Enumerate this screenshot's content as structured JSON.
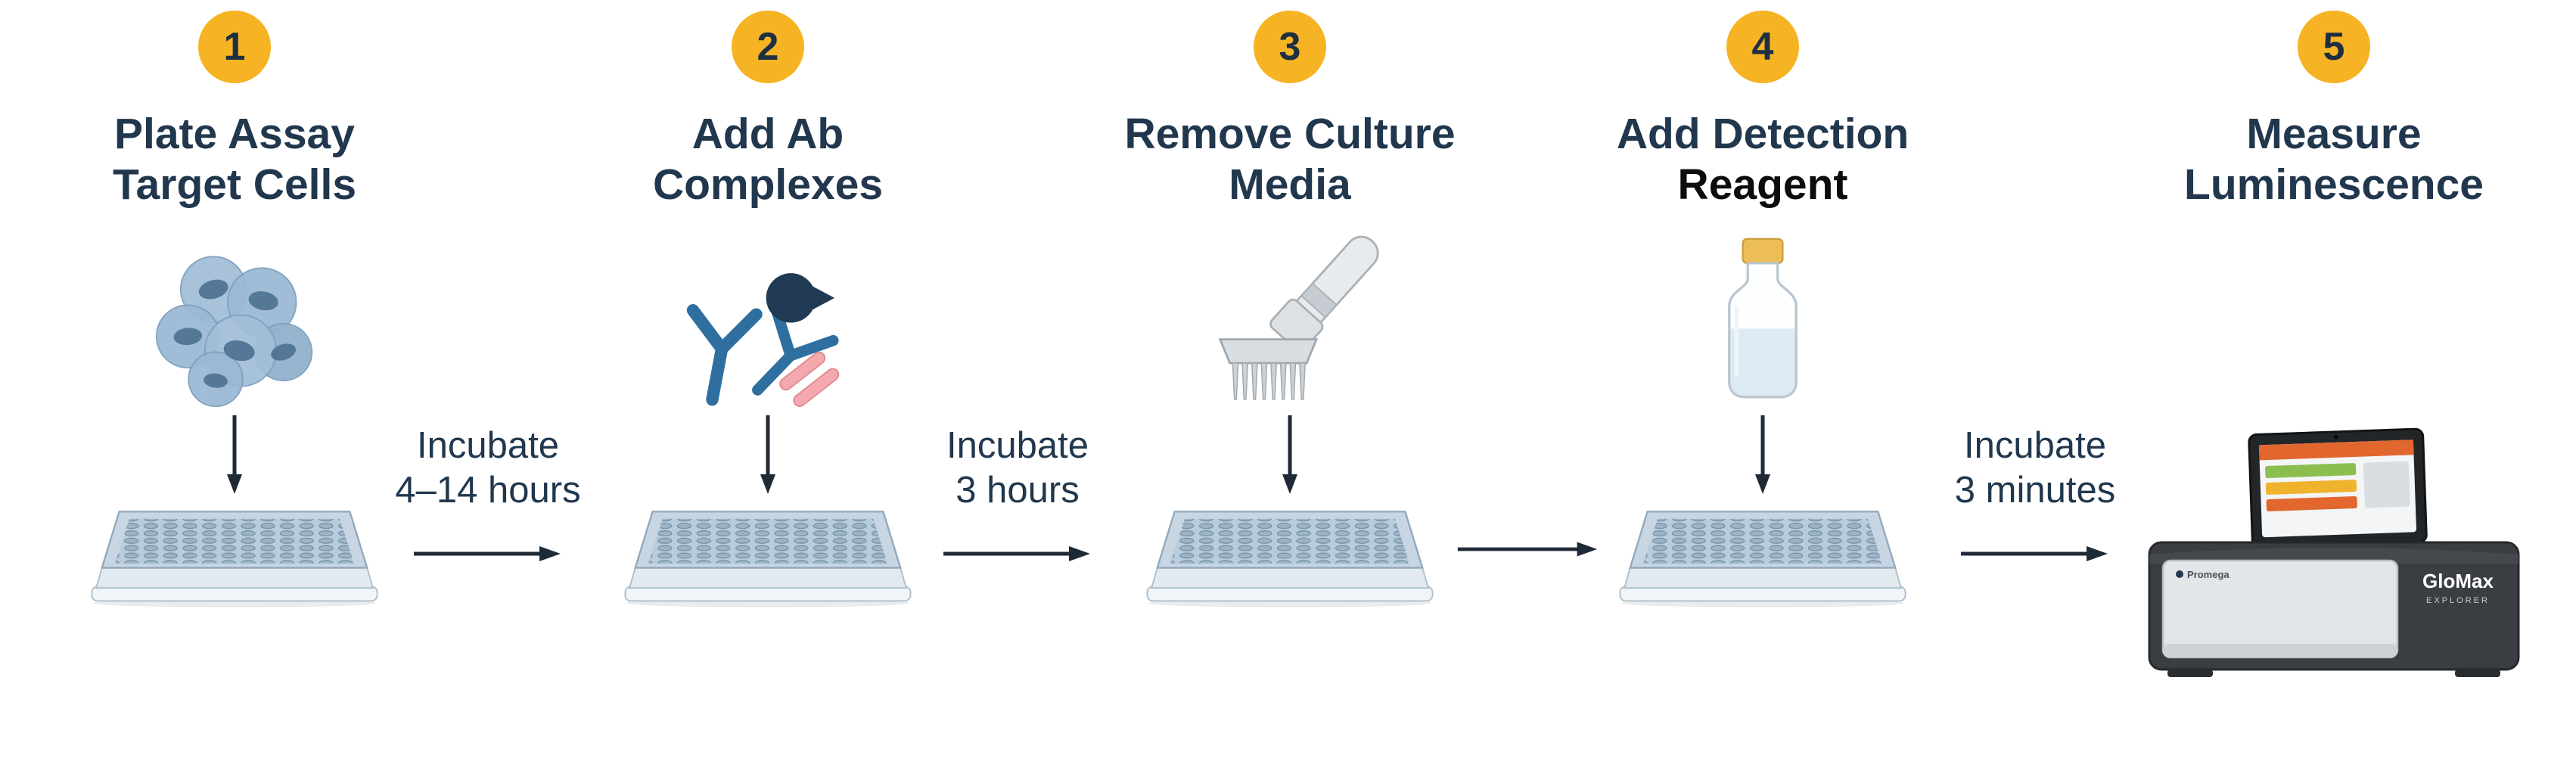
{
  "colors": {
    "accent_yellow": "#F6B323",
    "navy_text": "#21374D",
    "arrow": "#1E2A36",
    "antibody_blue": "#2F6FA0",
    "linker_pink": "#F4A9AE",
    "enzyme_navy": "#1F3A52",
    "cell_blue": "#9EBBD5",
    "plate_blue": "#C7D6E2"
  },
  "steps": [
    {
      "number": "1",
      "title_line1": "Plate Assay",
      "title_line2": "Target Cells",
      "icon": "cells-icon"
    },
    {
      "number": "2",
      "title_line1": "Add Ab",
      "title_line2": "Complexes",
      "icon": "antibody-complex-icon"
    },
    {
      "number": "3",
      "title_line1": "Remove Culture",
      "title_line2": "Media",
      "icon": "multichannel-pipette-icon"
    },
    {
      "number": "4",
      "title_line1": "Add Detection",
      "title_line2": "Reagent",
      "icon": "reagent-bottle-icon"
    },
    {
      "number": "5",
      "title_line1": "Measure",
      "title_line2": "Luminescence",
      "icon": "luminometer-icon"
    }
  ],
  "transitions": [
    {
      "line1": "Incubate",
      "line2": "4–14 hours"
    },
    {
      "line1": "Incubate",
      "line2": "3 hours"
    },
    {
      "line1": "",
      "line2": ""
    },
    {
      "line1": "Incubate",
      "line2": "3 minutes"
    }
  ],
  "device": {
    "brand": "Promega",
    "model": "GloMax",
    "variant": "EXPLORER"
  }
}
